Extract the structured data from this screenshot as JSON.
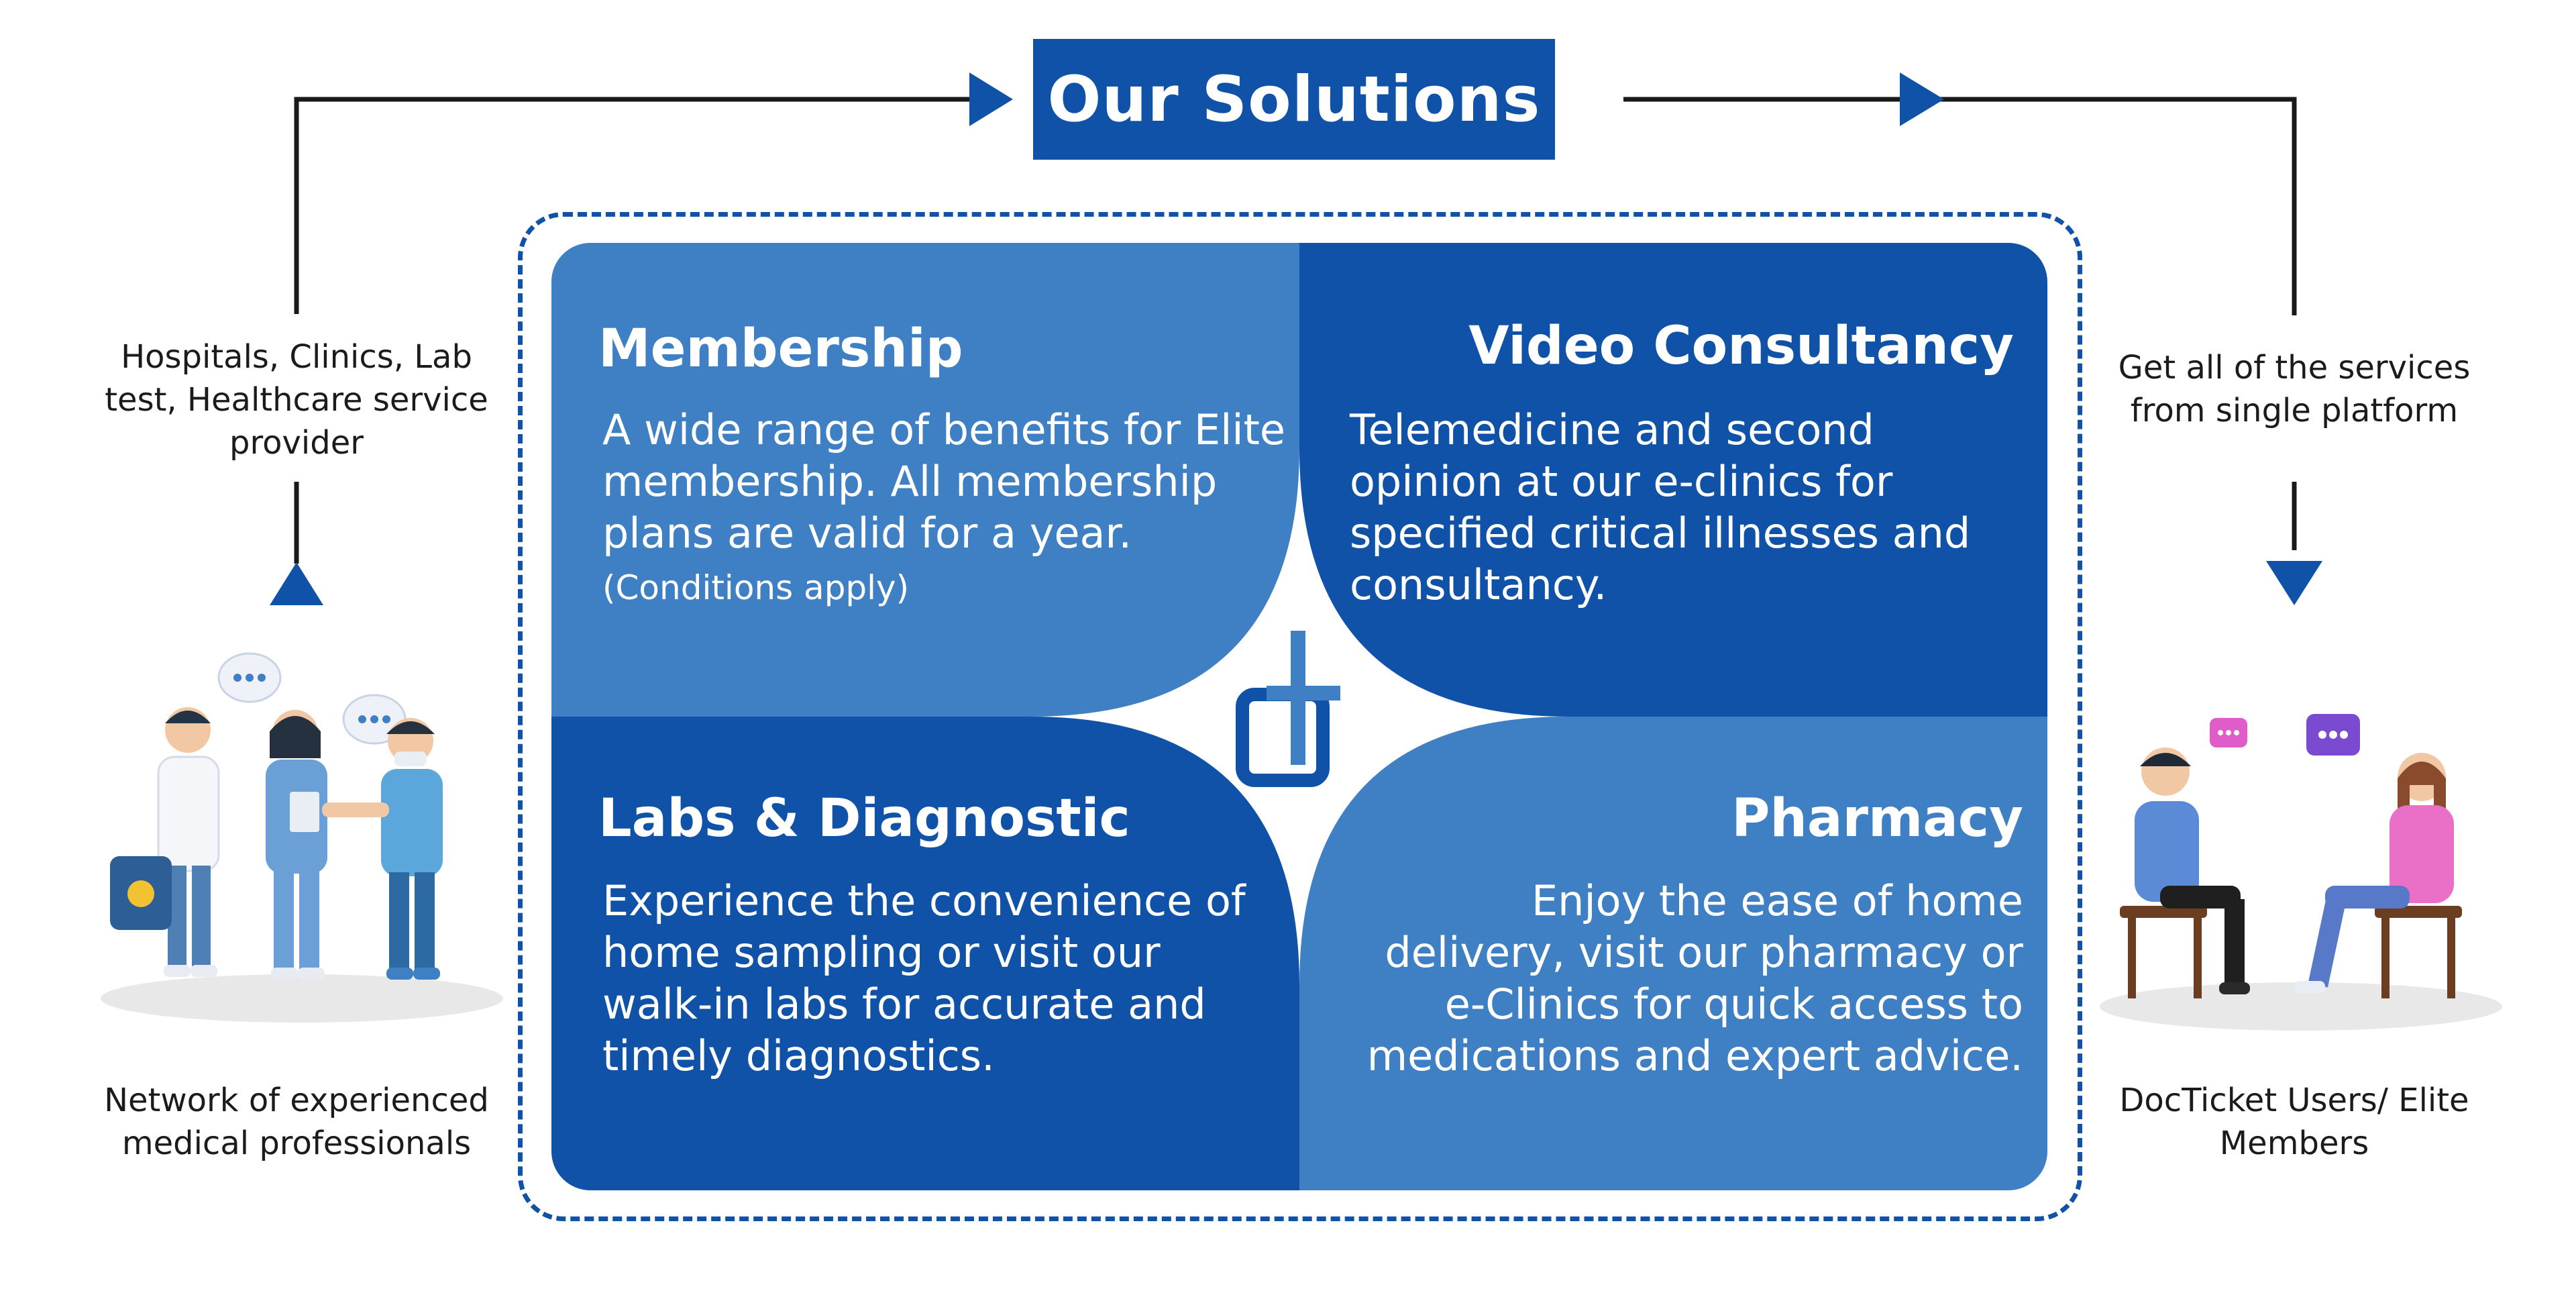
{
  "title": "Our Solutions",
  "colors": {
    "primary": "#0f52a8",
    "light": "#3f7fc3",
    "dark": "#0f52a8",
    "line": "#1a1a1a"
  },
  "flow": {
    "providers_label": "Hospitals, Clinics, Lab test, Healthcare service provider",
    "professionals_label": "Network of experienced medical professionals",
    "platform_label": "Get all of the services from single platform",
    "users_label": "DocTicket Users/ Elite Members"
  },
  "solutions": {
    "membership": {
      "title": "Membership",
      "text": "A wide range of benefits for Elite membership. All membership plans are valid for a year.",
      "note": "(Conditions apply)"
    },
    "video": {
      "title": "Video Consultancy",
      "text": "Telemedicine and second opinion at our e-clinics for specified critical illnesses and consultancy."
    },
    "labs": {
      "title": "Labs & Diagnostic",
      "text": "Experience the convenience of home sampling or visit our walk-in labs for accurate and timely diagnostics."
    },
    "pharmacy": {
      "title": "Pharmacy",
      "text": "Enjoy the ease of home delivery, visit our pharmacy or e-Clinics for quick access to medications and expert advice."
    }
  },
  "icons": [
    "docticket-logo-icon",
    "medical-team-illustration",
    "users-illustration",
    "chat-bubble-icon"
  ]
}
